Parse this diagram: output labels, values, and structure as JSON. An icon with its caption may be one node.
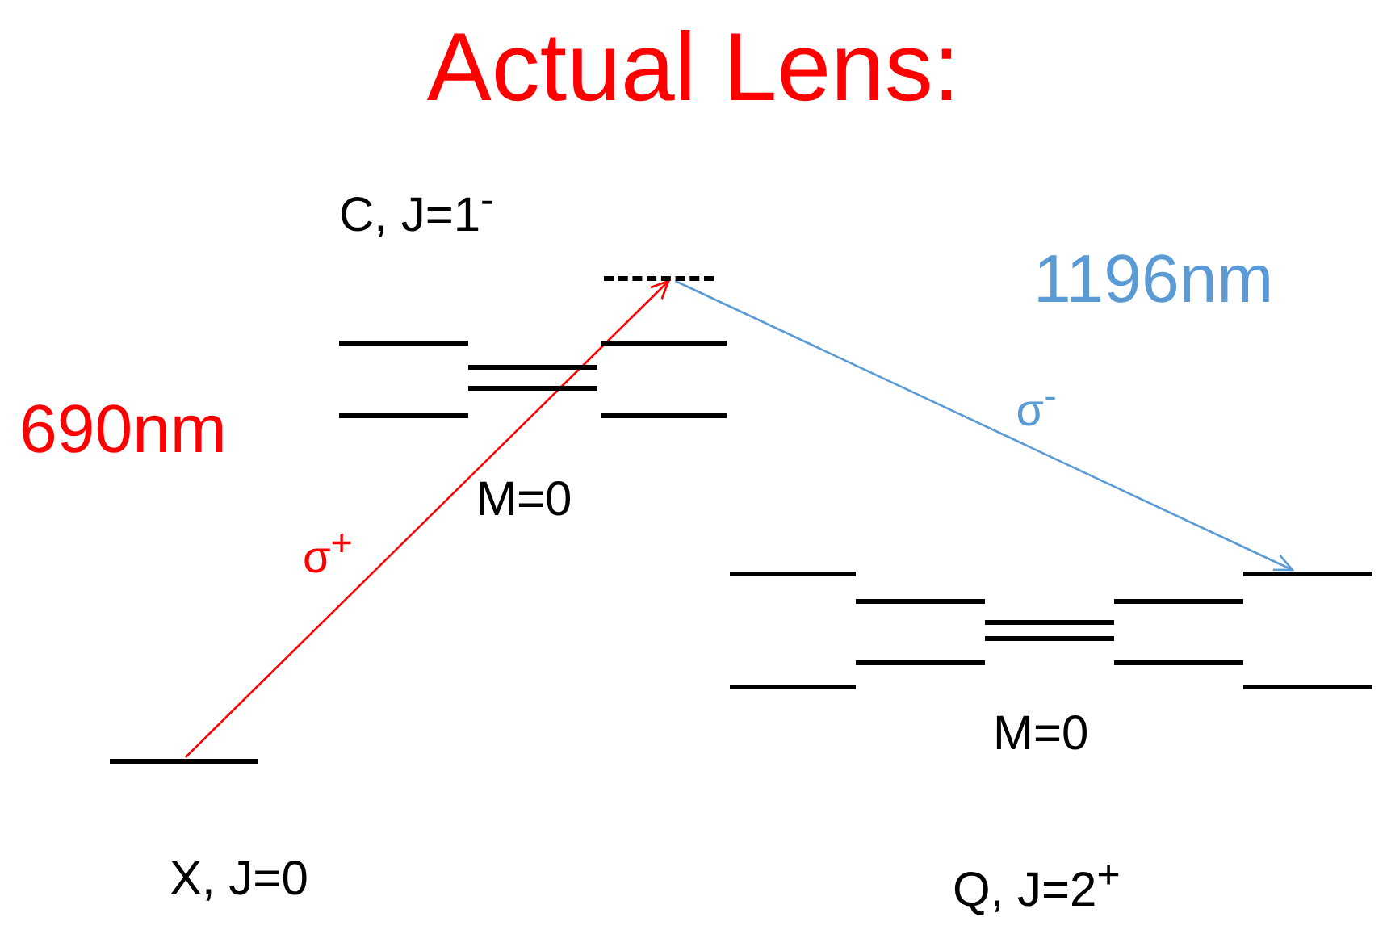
{
  "diagram": {
    "title": "Actual Lens:",
    "nodes": [
      {
        "text": [],
        "shape": "bar"
      },
      {
        "text": [],
        "shape": "bar"
      },
      {
        "text": [],
        "shape": "bar"
      },
      {
        "text": [],
        "shape": "bar"
      },
      {
        "text": [],
        "shape": "bar"
      },
      {
        "text": [],
        "shape": "bar"
      },
      {
        "text": [],
        "shape": "bar"
      },
      {
        "text": [],
        "shape": "bar"
      },
      {
        "text": [],
        "shape": "bar"
      },
      {
        "text": [],
        "shape": "bar"
      },
      {
        "text": [],
        "shape": "bar"
      },
      {
        "text": [],
        "shape": "bar"
      },
      {
        "text": [],
        "shape": "bar"
      },
      {
        "text": [],
        "shape": "bar"
      },
      {
        "text": [],
        "shape": "bar"
      },
      {
        "text": [],
        "shape": "bar"
      },
      {
        "text": [],
        "shape": "bar"
      },
      {
        "text": [],
        "shape": "bar"
      }
    ],
    "edges": [
      {
        "from": 17,
        "to": 0,
        "arrow": "to",
        "label": "σ$^{+}$",
        "color": "#ff0000"
      },
      {
        "from": 0,
        "to": 8,
        "arrow": "to",
        "label": "σ$^{-}$",
        "color": "#5b9bd5"
      }
    ],
    "labels": [
      "C, J=1$^{-}$",
      "1196nm",
      "690nm",
      "M=0",
      "M=0",
      "X, J=0",
      "Q, J=2$^{+}$"
    ]
  }
}
